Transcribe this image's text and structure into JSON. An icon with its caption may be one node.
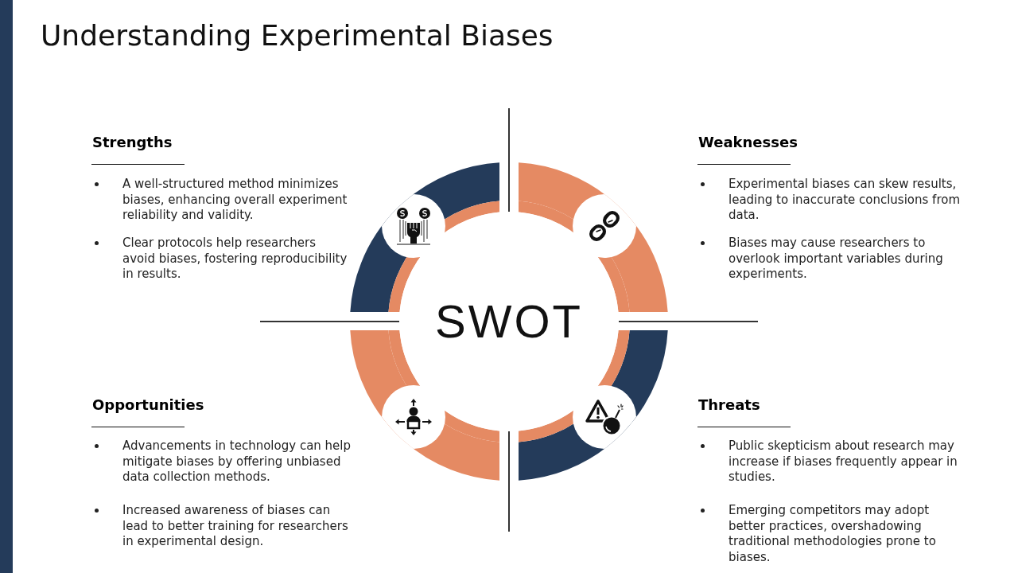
{
  "diagram": {
    "title": "Understanding Experimental Biases",
    "nodes": [
      {
        "text": [],
        "shape": "bar"
      },
      {
        "text": [
          "SWOT"
        ]
      }
    ],
    "labels": [
      "Strengths",
      "A well-structured method minimizes biases, enhancing overall experiment reliability and validity.",
      "Clear protocols help researchers avoid biases, fostering reproducibility in results.",
      "Weaknesses",
      "Experimental biases can skew results, leading to inaccurate conclusions from data.",
      "Biases may cause researchers to overlook important variables during experiments.",
      "Opportunities",
      "Advancements in technology can help mitigate biases by offering unbiased data collection methods.",
      "Increased awareness of biases can lead to better training for researchers in experimental design.",
      "Threats",
      "Public skepticism about research may increase if biases frequently appear in studies.",
      "Emerging competitors may adopt better practices, overshadowing traditional methodologies prone to biases."
    ]
  }
}
